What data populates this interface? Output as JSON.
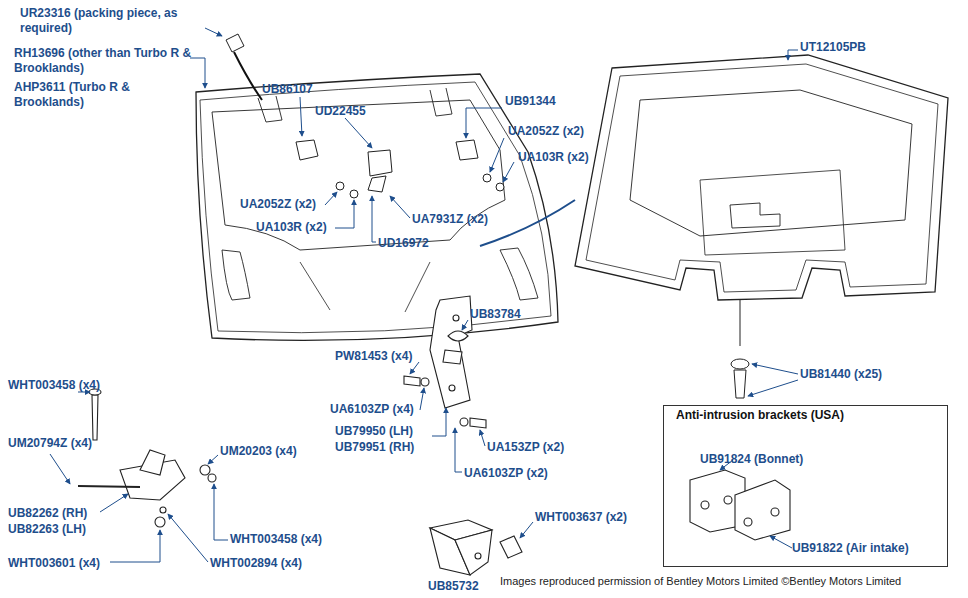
{
  "diagram": {
    "nodes": [
      {
        "text": [
          "Anti-intrusion brackets (USA)",
          "UB91824 (Bonnet)",
          "UB91822 (Air intake)"
        ]
      }
    ],
    "labels": [
      "UR23316 (packing piece, as required)",
      "RH13696 (other than Turbo R & Brooklands)",
      "AHP3611 (Turbo R & Brooklands)",
      "UB86107",
      "UD22455",
      "UB91344",
      "UA2052Z (x2)",
      "UA103R (x2)",
      "UT12105PB",
      "UA2052Z (x2)",
      "UA103R (x2)",
      "UA7931Z (x2)",
      "UD16972",
      "UB83784",
      "PW81453 (x4)",
      "UB81440 (x25)",
      "WHT003458 (x4)",
      "UA6103ZP (x4)",
      "UB79950 (LH)",
      "UB79951 (RH)",
      "UA153ZP (x2)",
      "UM20794Z (x4)",
      "UM20203 (x4)",
      "UA6103ZP (x2)",
      "UB82262 (RH)",
      "UB82263 (LH)",
      "WHT003637 (x2)",
      "WHT003458 (x4)",
      "WHT003601 (x4)",
      "WHT002894 (x4)",
      "UB85732",
      "Images reproduced permission of Bentley Motors Limited ©Bentley Motors Limited"
    ]
  }
}
